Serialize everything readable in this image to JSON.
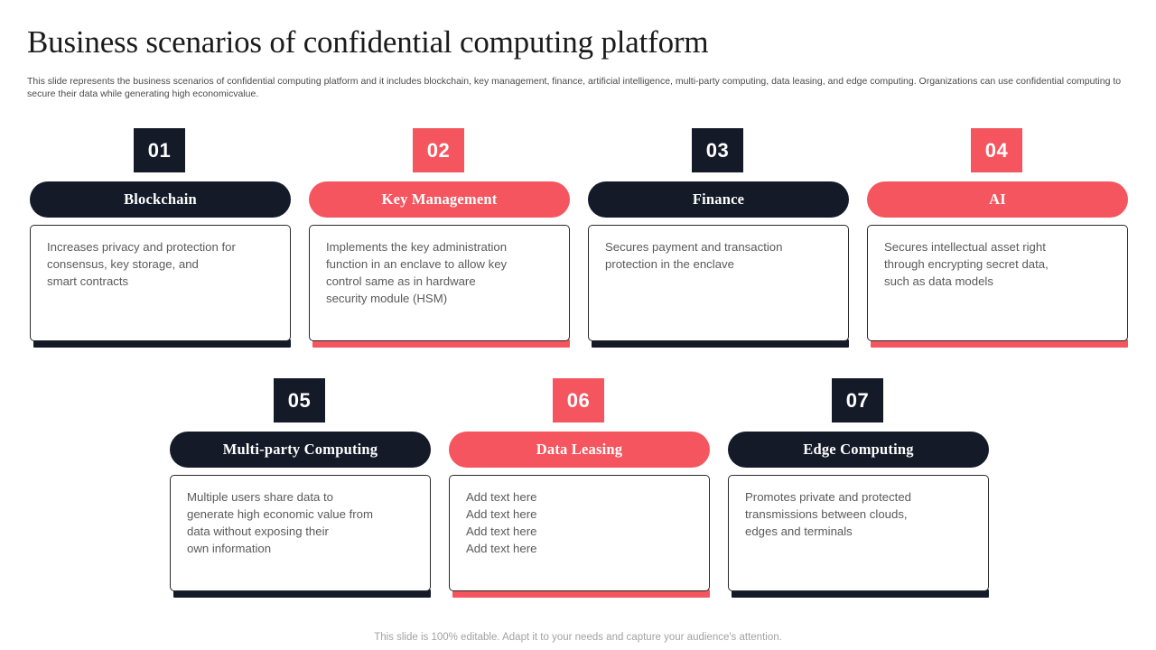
{
  "header": {
    "title": "Business scenarios of confidential computing platform",
    "subtitle": "This slide represents the business scenarios of confidential computing platform and it includes blockchain, key management, finance, artificial intelligence, multi-party computing, data leasing, and edge computing. Organizations can use confidential computing to secure their data while generating high economicvalue."
  },
  "colors": {
    "navy": "#141a28",
    "coral": "#f4555e",
    "body_text": "#5a5a5a",
    "title_text": "#1b1b1b",
    "footer_text": "#a2a2a2",
    "box_border": "#2a2a2a",
    "background": "#ffffff"
  },
  "cards": [
    {
      "number": "01",
      "title": "Blockchain",
      "body": "Increases  privacy and protection for\nconsensus,  key storage,  and\nsmart contracts",
      "theme": "navy"
    },
    {
      "number": "02",
      "title": "Key Management",
      "body": "Implements  the key administration\nfunction  in an enclave  to allow key\ncontrol  same as in hardware\nsecurity module (HSM)",
      "theme": "coral"
    },
    {
      "number": "03",
      "title": "Finance",
      "body": "Secures payment  and transaction\nprotection in the  enclave",
      "theme": "navy"
    },
    {
      "number": "04",
      "title": "AI",
      "body": "Secures intellectual  asset right\nthrough  encrypting  secret data,\nsuch  as data  models",
      "theme": "coral"
    },
    {
      "number": "05",
      "title": "Multi-party Computing",
      "body": "Multiple users  share data to\ngenerate high economic value  from\ndata without  exposing their\nown information",
      "theme": "navy"
    },
    {
      "number": "06",
      "title": "Data Leasing",
      "body": "Add text here\nAdd text here\nAdd text here\nAdd text here",
      "theme": "coral"
    },
    {
      "number": "07",
      "title": "Edge Computing",
      "body": "Promotes private and protected\ntransmissions between clouds,\nedges and terminals",
      "theme": "navy"
    }
  ],
  "footer": {
    "note": "This slide is 100% editable. Adapt it to your needs and capture your audience's attention."
  }
}
